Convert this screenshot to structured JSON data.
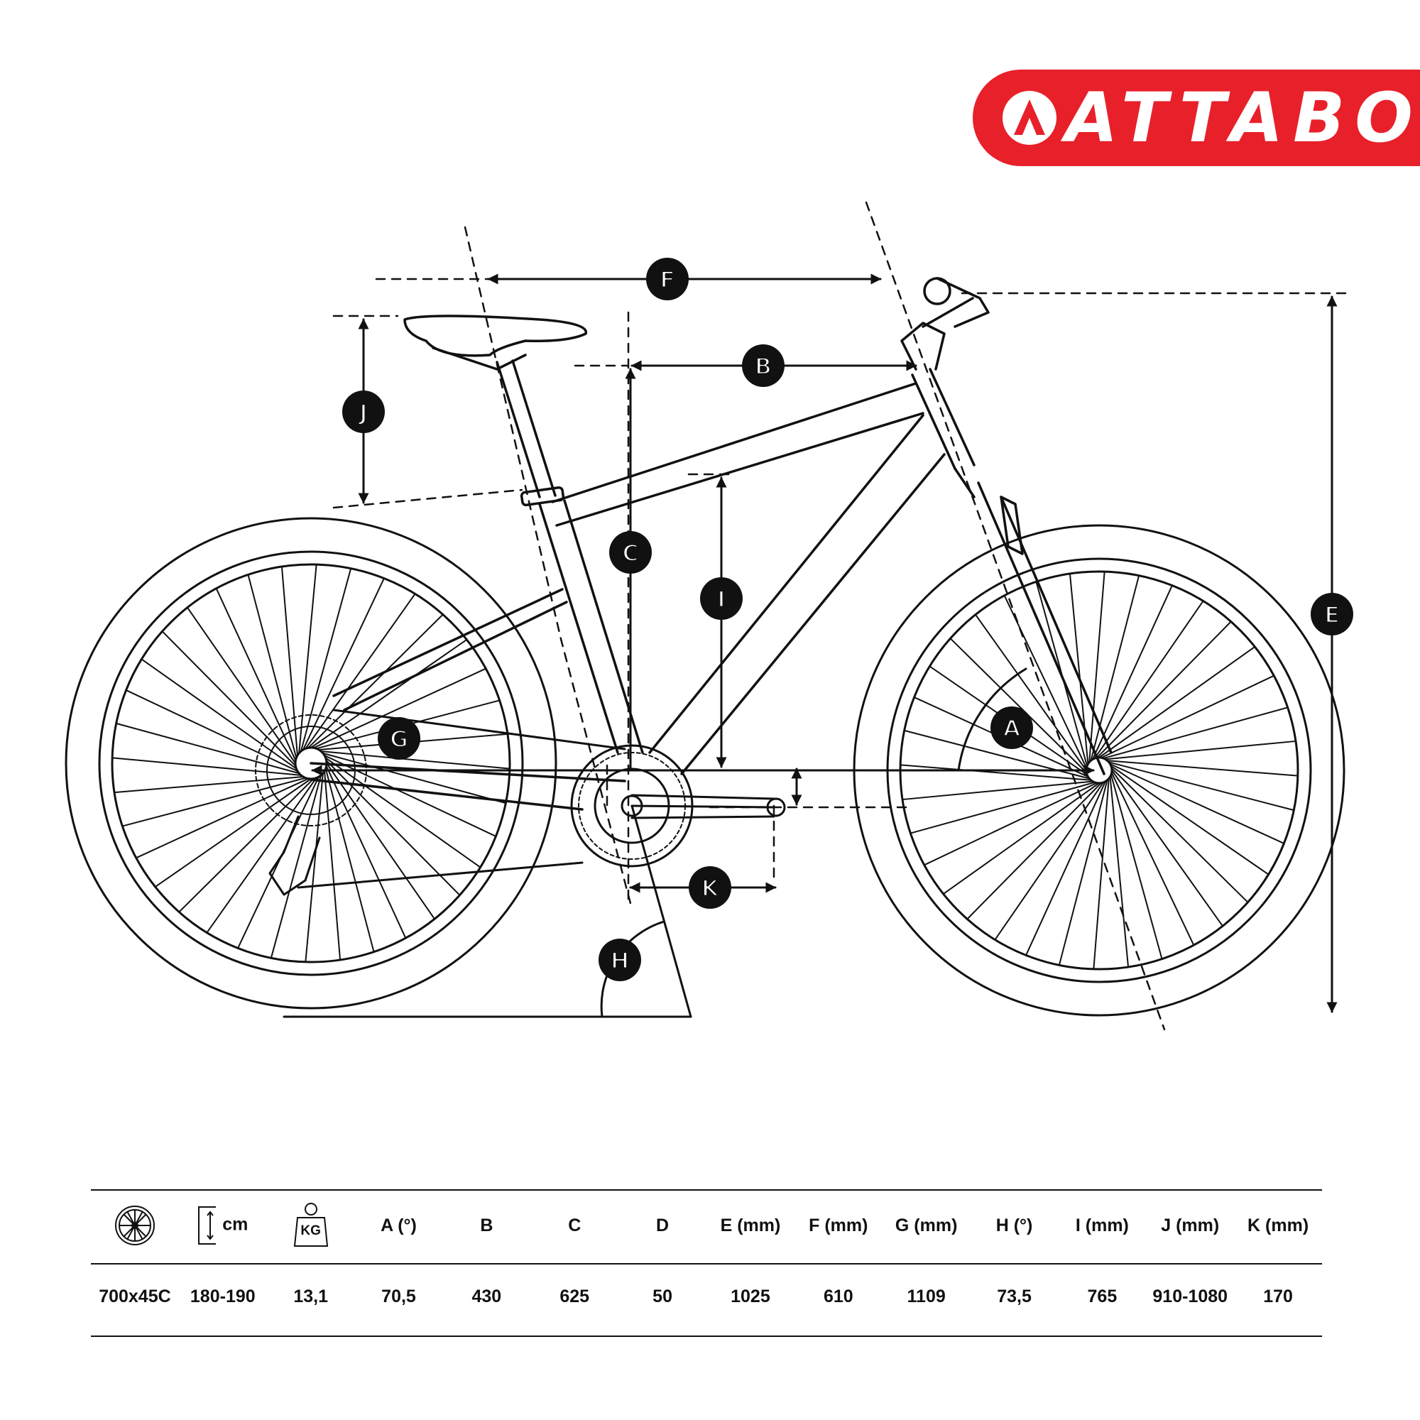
{
  "brand": {
    "name": "ATTABO",
    "color": "#e8202a"
  },
  "labels": [
    "A",
    "B",
    "C",
    "E",
    "F",
    "G",
    "H",
    "I",
    "J",
    "K"
  ],
  "table": {
    "headers": [
      {
        "icon": "wheel-icon",
        "text": ""
      },
      {
        "icon": "height-cm-icon",
        "text": "cm"
      },
      {
        "icon": "weight-kg-icon",
        "text": "KG"
      },
      {
        "text": "A (°)"
      },
      {
        "text": "B"
      },
      {
        "text": "C"
      },
      {
        "text": "D"
      },
      {
        "text": "E (mm)"
      },
      {
        "text": "F (mm)"
      },
      {
        "text": "G (mm)"
      },
      {
        "text": "H (°)"
      },
      {
        "text": "I (mm)"
      },
      {
        "text": "J (mm)"
      },
      {
        "text": "K (mm)"
      }
    ],
    "values": [
      "700x45C",
      "180-190",
      "13,1",
      "70,5",
      "430",
      "625",
      "50",
      "1025",
      "610",
      "1109",
      "73,5",
      "765",
      "910-1080",
      "170"
    ]
  }
}
